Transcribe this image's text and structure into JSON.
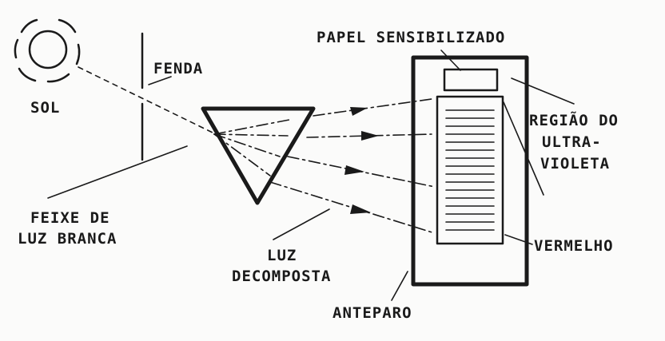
{
  "labels": {
    "sol": "SOL",
    "fenda": "FENDA",
    "papel": "PAPEL SENSIBILIZADO",
    "regiao_1": "REGIÃO DO",
    "regiao_2": "ULTRA-",
    "regiao_3": "VIOLETA",
    "feixe_1": "FEIXE DE",
    "feixe_2": "LUZ BRANCA",
    "luz_1": "LUZ",
    "luz_2": "DECOMPOSTA",
    "vermelho": "VERMELHO",
    "anteparo": "ANTEPARO"
  },
  "colors": {
    "ink": "#1a1a1a",
    "paper": "#fbfbfa"
  }
}
